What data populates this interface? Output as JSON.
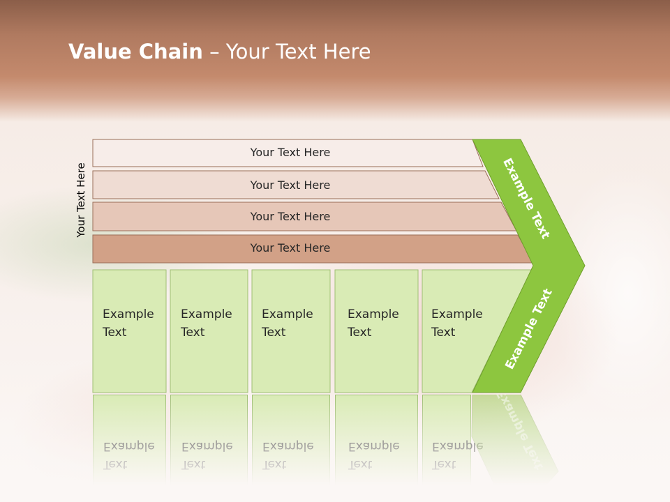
{
  "title": {
    "bold": "Value Chain",
    "rest": " – Your Text Here"
  },
  "side_label": "Your Text Here",
  "bars": [
    {
      "label": "Your Text Here"
    },
    {
      "label": "Your Text Here"
    },
    {
      "label": "Your Text Here"
    },
    {
      "label": "Your Text Here"
    }
  ],
  "boxes": [
    {
      "line1": "Example",
      "line2": "Text"
    },
    {
      "line1": "Example",
      "line2": "Text"
    },
    {
      "line1": "Example",
      "line2": "Text"
    },
    {
      "line1": "Example",
      "line2": "Text"
    },
    {
      "line1": "Example",
      "line2": "Text"
    }
  ],
  "chevron": {
    "upper": "Example Text",
    "lower": "Example Text"
  },
  "colors": {
    "bar1": "#f7ede9",
    "bar2": "#efdcd3",
    "bar3": "#e6c7b8",
    "bar4": "#d2a187",
    "bar_border": "#9a6e58",
    "box_fill": "#d9ebb5",
    "box_border": "#9fbf74",
    "chevron_fill": "#8dc63f",
    "chevron_border": "#6f9f2c"
  }
}
